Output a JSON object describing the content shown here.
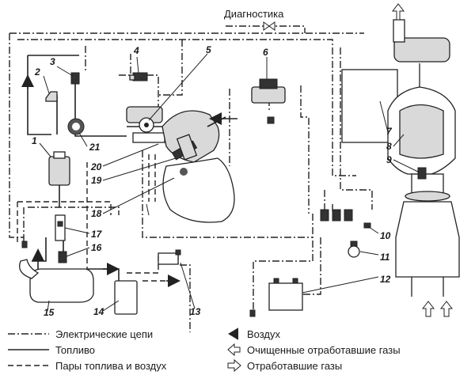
{
  "diagram": {
    "title": "Диагностика",
    "callouts": [
      "1",
      "2",
      "3",
      "4",
      "5",
      "6",
      "7",
      "8",
      "9",
      "10",
      "11",
      "12",
      "13",
      "14",
      "15",
      "16",
      "17",
      "18",
      "19",
      "20",
      "21"
    ],
    "legend": {
      "electric": "Электрические цепи",
      "fuel": "Топливо",
      "vapor": "Пары топлива и воздух",
      "air": "Воздух",
      "clean_exhaust": "Очищенные отработавшие газы",
      "exhaust": "Отработавшие газы"
    }
  }
}
